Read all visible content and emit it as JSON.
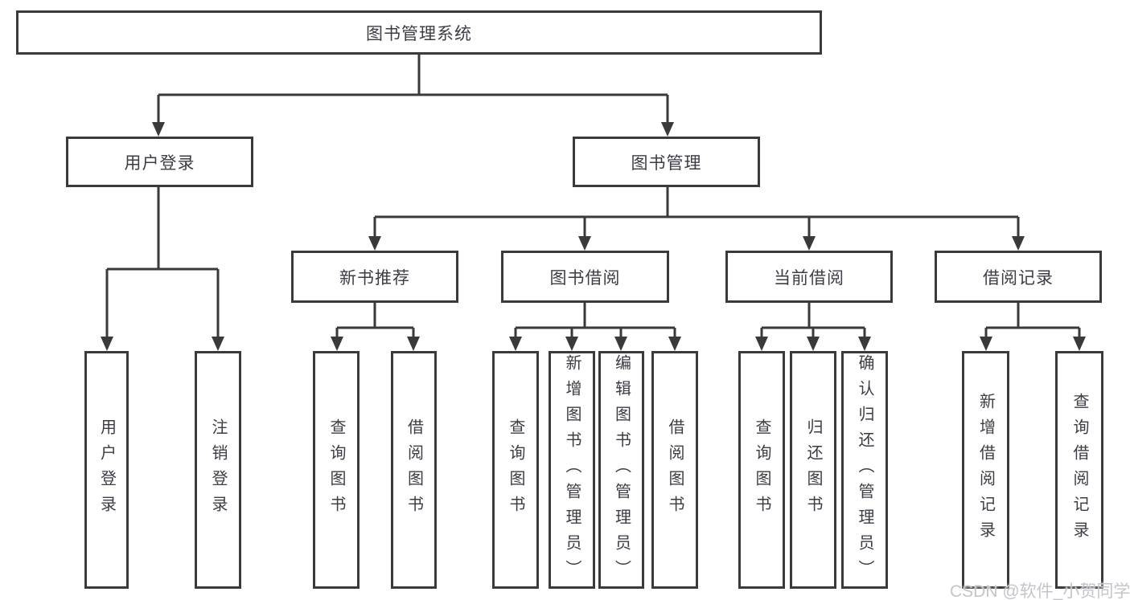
{
  "diagram": {
    "title": "图书管理系统",
    "level2": [
      {
        "label": "用户登录"
      },
      {
        "label": "图书管理"
      }
    ],
    "level3": [
      {
        "label": "新书推荐"
      },
      {
        "label": "图书借阅"
      },
      {
        "label": "当前借阅"
      },
      {
        "label": "借阅记录"
      }
    ],
    "leaves": [
      {
        "label": "用户登录",
        "parent": "用户登录"
      },
      {
        "label": "注销登录",
        "parent": "用户登录"
      },
      {
        "label": "查询图书",
        "parent": "新书推荐"
      },
      {
        "label": "借阅图书",
        "parent": "新书推荐"
      },
      {
        "label": "查询图书",
        "parent": "图书借阅"
      },
      {
        "label": "新增图书（管理员）",
        "parent": "图书借阅"
      },
      {
        "label": "编辑图书（管理员）",
        "parent": "图书借阅"
      },
      {
        "label": "借阅图书",
        "parent": "图书借阅"
      },
      {
        "label": "查询图书",
        "parent": "当前借阅"
      },
      {
        "label": "归还图书",
        "parent": "当前借阅"
      },
      {
        "label": "确认归还（管理员）",
        "parent": "当前借阅"
      },
      {
        "label": "新增借阅记录",
        "parent": "借阅记录"
      },
      {
        "label": "查询借阅记录",
        "parent": "借阅记录"
      }
    ]
  },
  "watermark": "CSDN @软件_小贺同学",
  "colors": {
    "line": "#3a3a3a",
    "text": "#3c3c44",
    "watermark": "#c3c5cb",
    "background": "#ffffff"
  }
}
